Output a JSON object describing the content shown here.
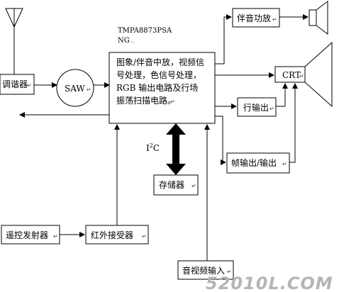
{
  "chip": {
    "model": "TMPA8873PSA",
    "suffix": "NG",
    "lines": [
      "图象/伴音中放，视频信",
      "号处理，色信号处理，",
      "RGB 输出电路及行场",
      "振荡扫描电路。"
    ]
  },
  "blocks": {
    "tuner": "调谐器",
    "saw": "SAW",
    "audio_amp": "伴音功放",
    "crt": "CRT",
    "h_out": "行输出",
    "v_out": "帧输出/输出",
    "memory": "存储器",
    "remote_tx": "遥控发射器",
    "ir_rx": "红外接受器",
    "av_in": "音视频输入"
  },
  "bus": {
    "base": "I",
    "sup": "2",
    "tail": "C"
  },
  "watermark": "52010L.COM",
  "para_mark": "↵"
}
